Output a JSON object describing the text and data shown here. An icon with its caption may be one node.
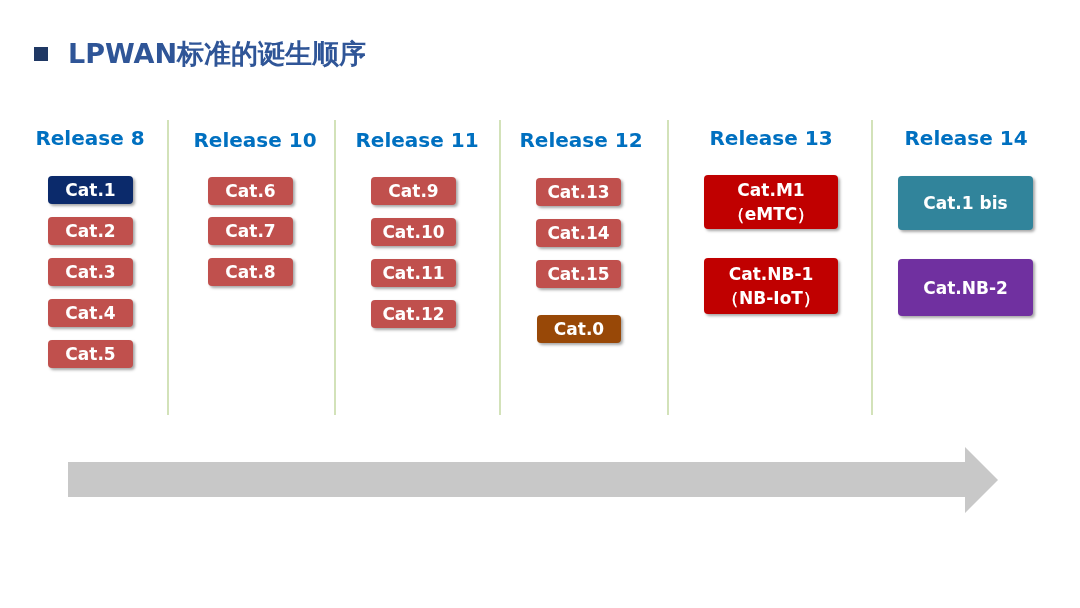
{
  "diagram": {
    "title": "LPWAN标准的诞生顺序",
    "nodes": [
      {
        "text": [
          "Cat.1"
        ]
      },
      {
        "text": [
          "Cat.2"
        ]
      },
      {
        "text": [
          "Cat.3"
        ]
      },
      {
        "text": [
          "Cat.4"
        ]
      },
      {
        "text": [
          "Cat.5"
        ]
      },
      {
        "text": [
          "Cat.6"
        ]
      },
      {
        "text": [
          "Cat.7"
        ]
      },
      {
        "text": [
          "Cat.8"
        ]
      },
      {
        "text": [
          "Cat.9"
        ]
      },
      {
        "text": [
          "Cat.10"
        ]
      },
      {
        "text": [
          "Cat.11"
        ]
      },
      {
        "text": [
          "Cat.12"
        ]
      },
      {
        "text": [
          "Cat.13"
        ]
      },
      {
        "text": [
          "Cat.14"
        ]
      },
      {
        "text": [
          "Cat.15"
        ]
      },
      {
        "text": [
          "Cat.0"
        ]
      },
      {
        "text": [
          "Cat.M1 （eMTC）"
        ]
      },
      {
        "text": [
          "Cat.NB-1 （NB-IoT）"
        ]
      },
      {
        "text": [
          "Cat.1 bis"
        ]
      },
      {
        "text": [
          "Cat.NB-2"
        ]
      }
    ],
    "labels": [
      "Release 8",
      "Release 10",
      "Release 11",
      "Release 12",
      "Release 13",
      "Release 14"
    ]
  }
}
